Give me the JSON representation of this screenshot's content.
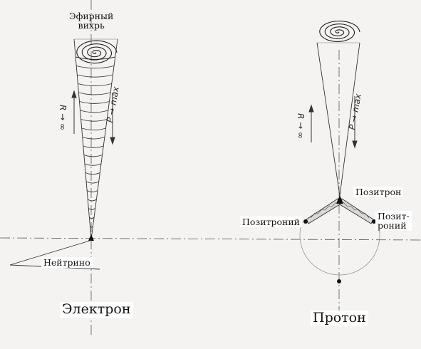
{
  "labels": {
    "ether_vortex_line1": "Эфирный",
    "ether_vortex_line2": "вихрь",
    "neutrino": "Нейтрино",
    "electron": "Электрон",
    "positron": "Позитрон",
    "positronium_left": "Позитроний",
    "positronium_right_line1": "Позит-",
    "positronium_right_line2": "роний",
    "proton": "Протон",
    "radius_annotation": "R → ∞",
    "pressure_annotation": "P → max"
  },
  "colors": {
    "ink": "#2b2b2b",
    "paper": "#f4f3f1",
    "label_background": "#ffffff"
  }
}
